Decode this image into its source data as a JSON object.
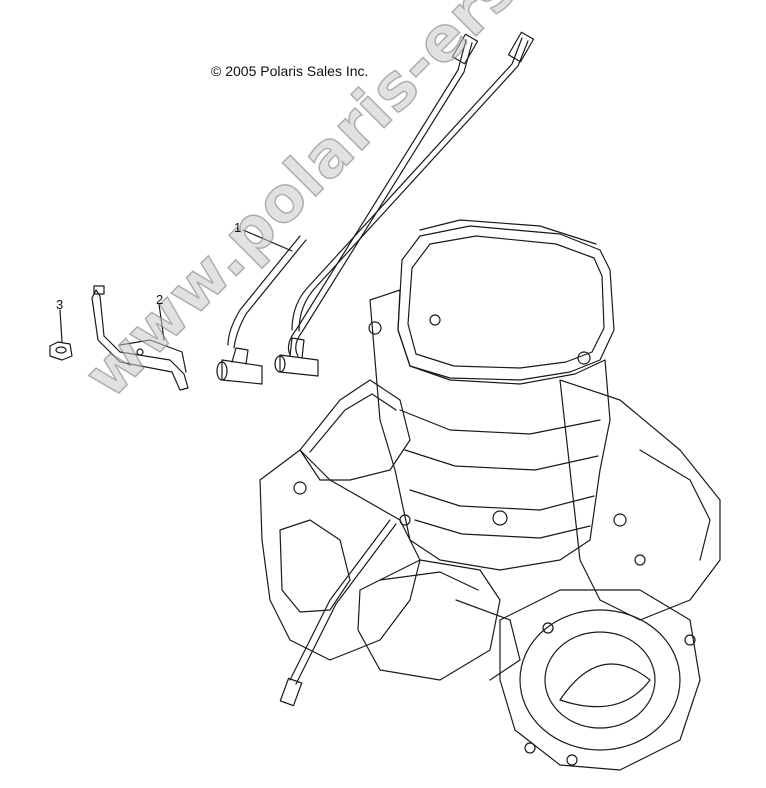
{
  "copyright": "© 2005 Polaris Sales Inc.",
  "watermark": "www.polaris-ersatzteile.de",
  "callouts": [
    {
      "id": "1",
      "label": "1"
    },
    {
      "id": "2",
      "label": "2"
    },
    {
      "id": "3",
      "label": "3"
    }
  ],
  "colors": {
    "line": "#1a1a1a",
    "watermark": "#c8c8c8"
  }
}
